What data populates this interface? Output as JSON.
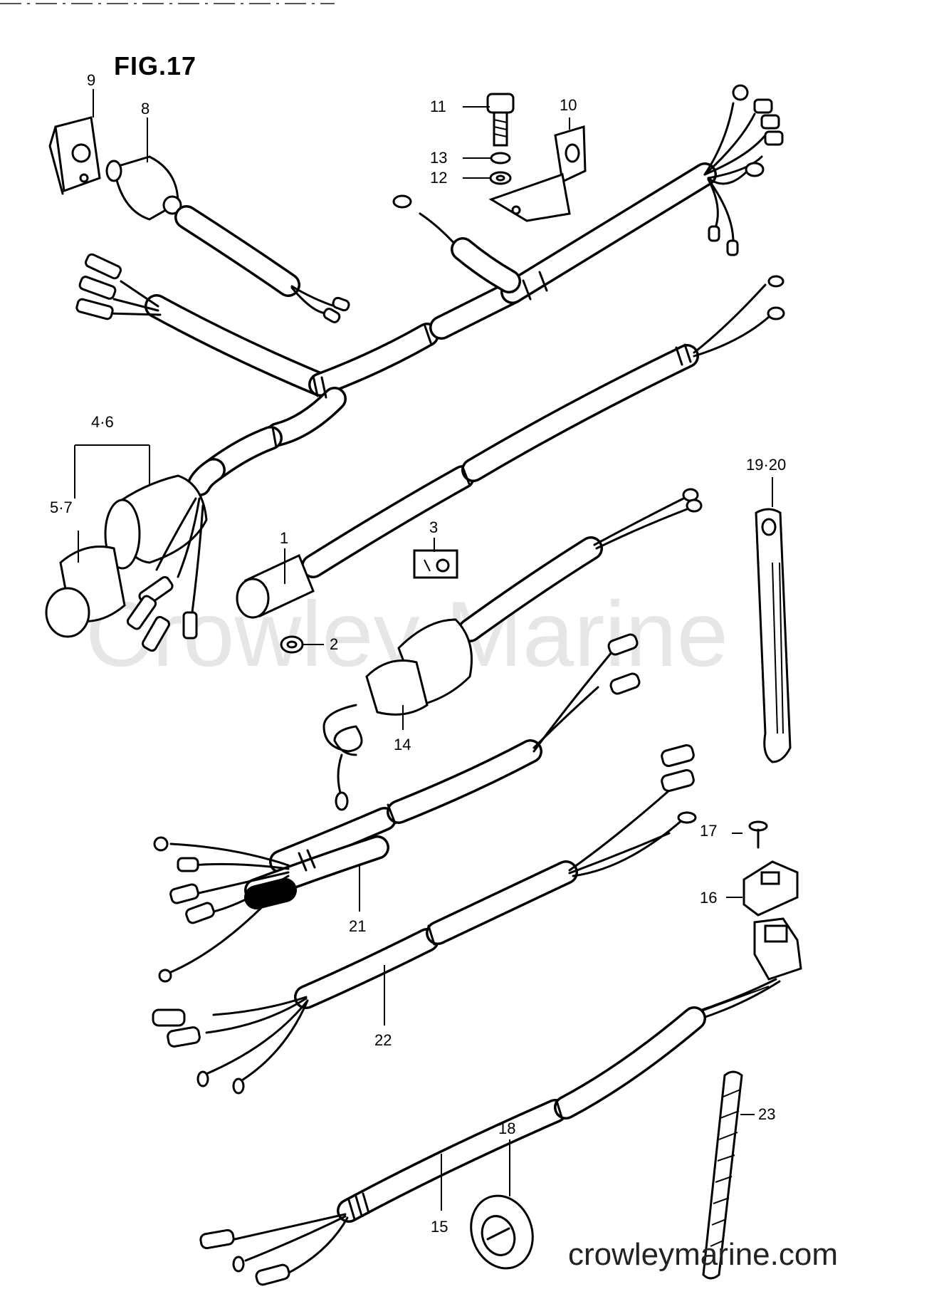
{
  "figure": {
    "title": "FIG.17"
  },
  "labels": {
    "p1": "1",
    "p2": "2",
    "p3": "3",
    "p46": "4·6",
    "p57": "5·7",
    "p8": "8",
    "p9": "9",
    "p10": "10",
    "p11": "11",
    "p12": "12",
    "p13": "13",
    "p14": "14",
    "p15": "15",
    "p16": "16",
    "p17": "17",
    "p18": "18",
    "p1920": "19·20",
    "p21": "21",
    "p22": "22",
    "p23": "23"
  },
  "watermark": "Crowley Marine",
  "site": "crowleymarine.com"
}
